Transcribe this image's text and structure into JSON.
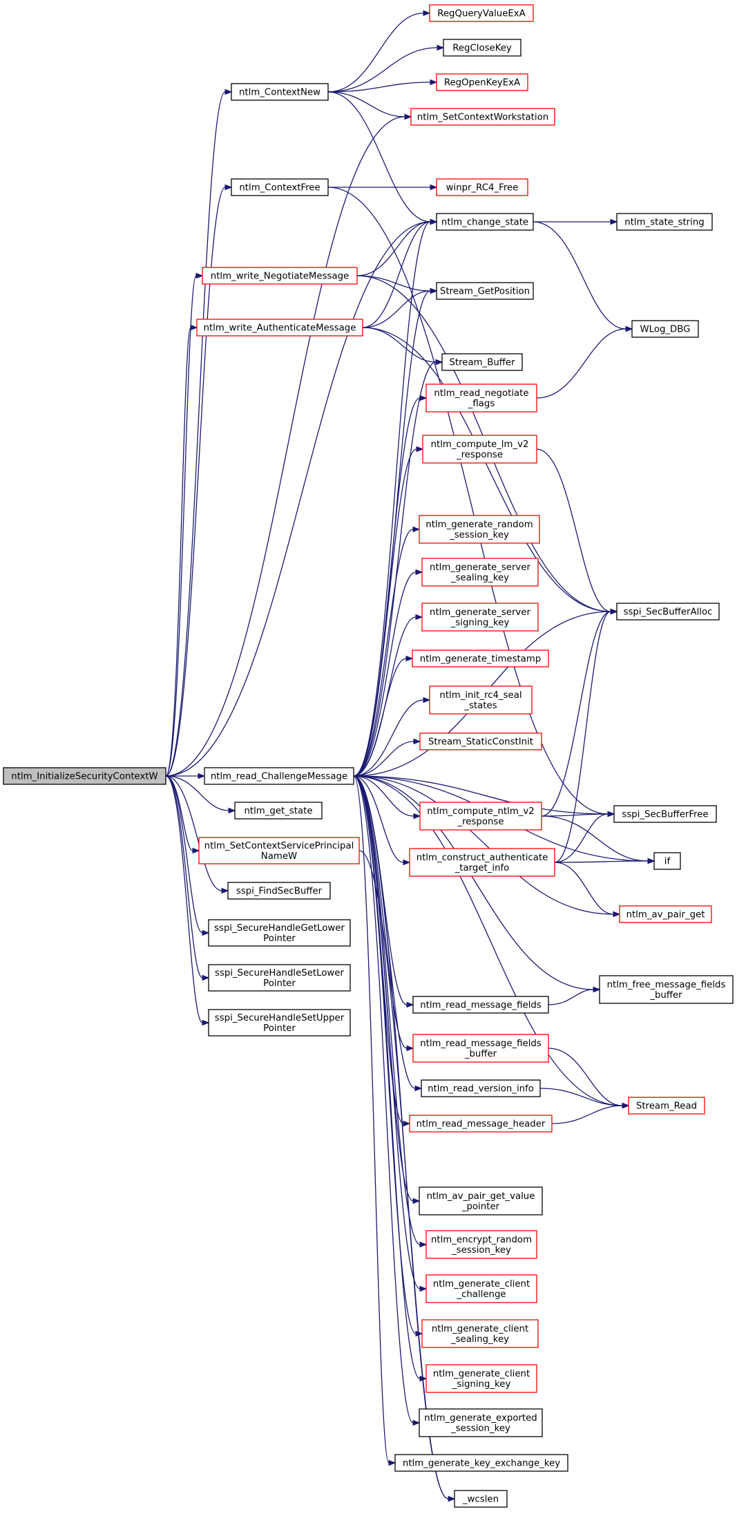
{
  "colors": {
    "edge": "#191970",
    "border_normal": "#000000",
    "border_red": "#ff0000",
    "root_fill": "#bfbfbf",
    "fill": "#ffffff"
  },
  "nodes": [
    {
      "id": "root",
      "lines": [
        "ntlm_InitializeSecurityContextW"
      ],
      "style": "root"
    },
    {
      "id": "ContextNew",
      "lines": [
        "ntlm_ContextNew"
      ],
      "style": "normal"
    },
    {
      "id": "ContextFree",
      "lines": [
        "ntlm_ContextFree"
      ],
      "style": "normal"
    },
    {
      "id": "writeNeg",
      "lines": [
        "ntlm_write_NegotiateMessage"
      ],
      "style": "red"
    },
    {
      "id": "writeAuth",
      "lines": [
        "ntlm_write_AuthenticateMessage"
      ],
      "style": "red"
    },
    {
      "id": "readChal",
      "lines": [
        "ntlm_read_ChallengeMessage"
      ],
      "style": "normal"
    },
    {
      "id": "getState",
      "lines": [
        "ntlm_get_state"
      ],
      "style": "normal"
    },
    {
      "id": "setSPN",
      "lines": [
        "ntlm_SetContextServicePrincipal",
        "NameW"
      ],
      "style": "red"
    },
    {
      "id": "findSec",
      "lines": [
        "sspi_FindSecBuffer"
      ],
      "style": "normal"
    },
    {
      "id": "getLower",
      "lines": [
        "sspi_SecureHandleGetLower",
        "Pointer"
      ],
      "style": "normal"
    },
    {
      "id": "setLower",
      "lines": [
        "sspi_SecureHandleSetLower",
        "Pointer"
      ],
      "style": "normal"
    },
    {
      "id": "setUpper",
      "lines": [
        "sspi_SecureHandleSetUpper",
        "Pointer"
      ],
      "style": "normal"
    },
    {
      "id": "RegQuery",
      "lines": [
        "RegQueryValueExA"
      ],
      "style": "red"
    },
    {
      "id": "RegClose",
      "lines": [
        "RegCloseKey"
      ],
      "style": "normal"
    },
    {
      "id": "RegOpen",
      "lines": [
        "RegOpenKeyExA"
      ],
      "style": "red"
    },
    {
      "id": "SetWS",
      "lines": [
        "ntlm_SetContextWorkstation"
      ],
      "style": "red"
    },
    {
      "id": "RC4Free",
      "lines": [
        "winpr_RC4_Free"
      ],
      "style": "red"
    },
    {
      "id": "changeState",
      "lines": [
        "ntlm_change_state"
      ],
      "style": "normal"
    },
    {
      "id": "stateString",
      "lines": [
        "ntlm_state_string"
      ],
      "style": "normal"
    },
    {
      "id": "getPos",
      "lines": [
        "Stream_GetPosition"
      ],
      "style": "normal"
    },
    {
      "id": "wlog",
      "lines": [
        "WLog_DBG"
      ],
      "style": "normal"
    },
    {
      "id": "buffer",
      "lines": [
        "Stream_Buffer"
      ],
      "style": "normal"
    },
    {
      "id": "readNegFlags",
      "lines": [
        "ntlm_read_negotiate",
        "_flags"
      ],
      "style": "red"
    },
    {
      "id": "lmv2",
      "lines": [
        "ntlm_compute_lm_v2",
        "_response"
      ],
      "style": "red"
    },
    {
      "id": "genRandom",
      "lines": [
        "ntlm_generate_random",
        "_session_key"
      ],
      "style": "red"
    },
    {
      "id": "genSrvSeal",
      "lines": [
        "ntlm_generate_server",
        "_sealing_key"
      ],
      "style": "red"
    },
    {
      "id": "secAlloc",
      "lines": [
        "sspi_SecBufferAlloc"
      ],
      "style": "normal"
    },
    {
      "id": "genSrvSign",
      "lines": [
        "ntlm_generate_server",
        "_signing_key"
      ],
      "style": "red"
    },
    {
      "id": "genTs",
      "lines": [
        "ntlm_generate_timestamp"
      ],
      "style": "red"
    },
    {
      "id": "initRc4",
      "lines": [
        "ntlm_init_rc4_seal",
        "_states"
      ],
      "style": "red"
    },
    {
      "id": "staticInit",
      "lines": [
        "Stream_StaticConstInit"
      ],
      "style": "red"
    },
    {
      "id": "ntv2",
      "lines": [
        "ntlm_compute_ntlm_v2",
        "_response"
      ],
      "style": "red"
    },
    {
      "id": "secFree",
      "lines": [
        "sspi_SecBufferFree"
      ],
      "style": "normal"
    },
    {
      "id": "constructAuth",
      "lines": [
        "ntlm_construct_authenticate",
        "_target_info"
      ],
      "style": "red"
    },
    {
      "id": "if",
      "lines": [
        "if"
      ],
      "style": "normal"
    },
    {
      "id": "avGet",
      "lines": [
        "ntlm_av_pair_get"
      ],
      "style": "red"
    },
    {
      "id": "freeMsgFields",
      "lines": [
        "ntlm_free_message_fields",
        "_buffer"
      ],
      "style": "normal"
    },
    {
      "id": "readMsgFields",
      "lines": [
        "ntlm_read_message_fields"
      ],
      "style": "normal"
    },
    {
      "id": "readMsgFieldsBuf",
      "lines": [
        "ntlm_read_message_fields",
        "_buffer"
      ],
      "style": "red"
    },
    {
      "id": "readVersion",
      "lines": [
        "ntlm_read_version_info"
      ],
      "style": "normal"
    },
    {
      "id": "streamRead",
      "lines": [
        "Stream_Read"
      ],
      "style": "red"
    },
    {
      "id": "readHeader",
      "lines": [
        "ntlm_read_message_header"
      ],
      "style": "red"
    },
    {
      "id": "avValuePtr",
      "lines": [
        "ntlm_av_pair_get_value",
        "_pointer"
      ],
      "style": "normal"
    },
    {
      "id": "encRandom",
      "lines": [
        "ntlm_encrypt_random",
        "_session_key"
      ],
      "style": "red"
    },
    {
      "id": "genCliChal",
      "lines": [
        "ntlm_generate_client",
        "_challenge"
      ],
      "style": "red"
    },
    {
      "id": "genCliSeal",
      "lines": [
        "ntlm_generate_client",
        "_sealing_key"
      ],
      "style": "red"
    },
    {
      "id": "genCliSign",
      "lines": [
        "ntlm_generate_client",
        "_signing_key"
      ],
      "style": "red"
    },
    {
      "id": "genExported",
      "lines": [
        "ntlm_generate_exported",
        "_session_key"
      ],
      "style": "normal"
    },
    {
      "id": "genKeyEx",
      "lines": [
        "ntlm_generate_key_exchange_key"
      ],
      "style": "normal"
    },
    {
      "id": "wcslen",
      "lines": [
        "_wcslen"
      ],
      "style": "normal"
    }
  ]
}
